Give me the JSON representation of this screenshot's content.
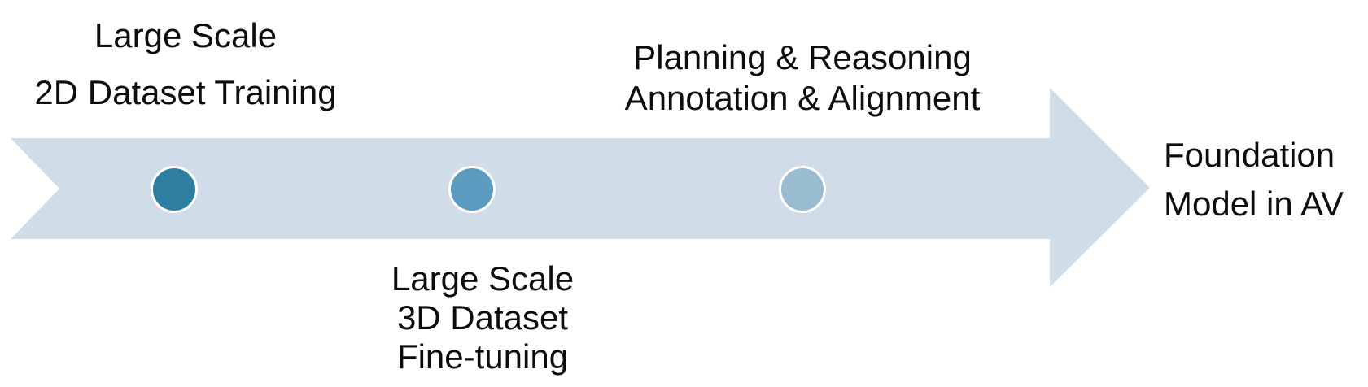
{
  "colors": {
    "arrow_fill": "#D0DDE8",
    "dot_ring": "#FFFFFF",
    "text": "#0D0D0D"
  },
  "timeline": {
    "direction": "left-to-right",
    "stages": [
      {
        "label": "Large Scale\n2D Dataset Training",
        "label_position": "above",
        "dot_color": "#2E7EA1"
      },
      {
        "label": "Large Scale\n3D Dataset\nFine-tuning",
        "label_position": "below",
        "dot_color": "#5B9CC0"
      },
      {
        "label": "Planning & Reasoning\nAnnotation & Alignment",
        "label_position": "above",
        "dot_color": "#9ABCD0"
      }
    ],
    "endpoint_label": "Foundation\nModel in AV"
  }
}
